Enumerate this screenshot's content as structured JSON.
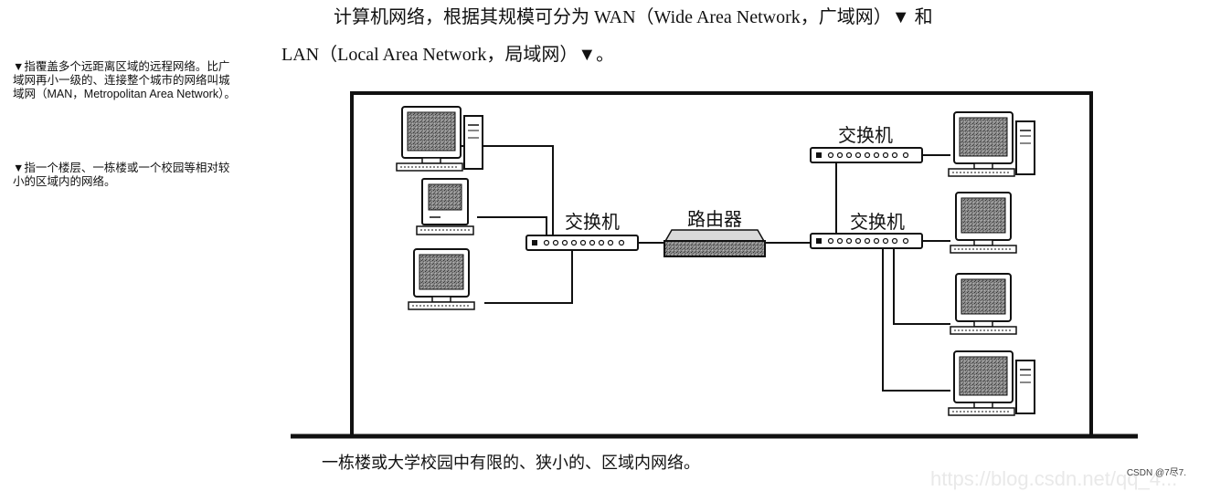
{
  "body_text": {
    "line1": "计算机网络，根据其规模可分为 WAN（Wide Area Network，广域网）▼ 和",
    "line2": "LAN（Local Area Network，局域网）▼。"
  },
  "side_notes": {
    "note1": "▼指覆盖多个远距离区域的远程网络。比广域网再小一级的、连接整个城市的网络叫城域网（MAN，Metropolitan Area Network）。",
    "note2": "▼指一个楼层、一栋楼或一个校园等相对较小的区域内的网络。"
  },
  "figure": {
    "labels": {
      "switch_left": "交换机",
      "router": "路由器",
      "switch_right_top": "交换机",
      "switch_right_bottom": "交换机"
    },
    "caption": "一栋楼或大学校园中有限的、狭小的、区域内网络。"
  },
  "watermark": "CSDN @7尽7.",
  "faint_url": "https://blog.csdn.net/qq_4..."
}
